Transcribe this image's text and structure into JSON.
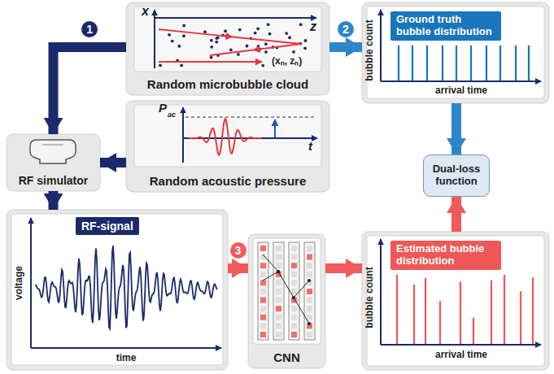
{
  "diagram": {
    "nodes": [
      {
        "text": [
          "Random microbubble cloud"
        ]
      },
      {
        "text": [
          "Ground truth bubble distribution"
        ]
      },
      {
        "text": [
          "RF simulator"
        ]
      },
      {
        "text": [
          "Random acoustic pressure"
        ]
      },
      {
        "text": [
          "RF-signal"
        ]
      },
      {
        "text": [
          "CNN"
        ]
      },
      {
        "text": [
          "Estimated bubble distribution"
        ]
      },
      {
        "text": [
          "Dual-loss function"
        ]
      }
    ],
    "edges": [
      {
        "from": 0,
        "to": 2,
        "arrow": "to",
        "label": "1"
      },
      {
        "from": 3,
        "to": 2,
        "arrow": "to"
      },
      {
        "from": 2,
        "to": 4,
        "arrow": "to"
      },
      {
        "from": 0,
        "to": 1,
        "arrow": "to",
        "label": "2"
      },
      {
        "from": 4,
        "to": 5,
        "arrow": "to",
        "label": "3"
      },
      {
        "from": 5,
        "to": 6,
        "arrow": "to"
      },
      {
        "from": 1,
        "to": 7,
        "arrow": "to"
      },
      {
        "from": 6,
        "to": 7,
        "arrow": "to"
      }
    ],
    "labels": [
      "x",
      "z",
      "(xₙ, zₙ)",
      "P",
      "ac",
      "t",
      "bubble count",
      "arrival time",
      "voltage",
      "time",
      "bubble count",
      "arrival time"
    ]
  }
}
